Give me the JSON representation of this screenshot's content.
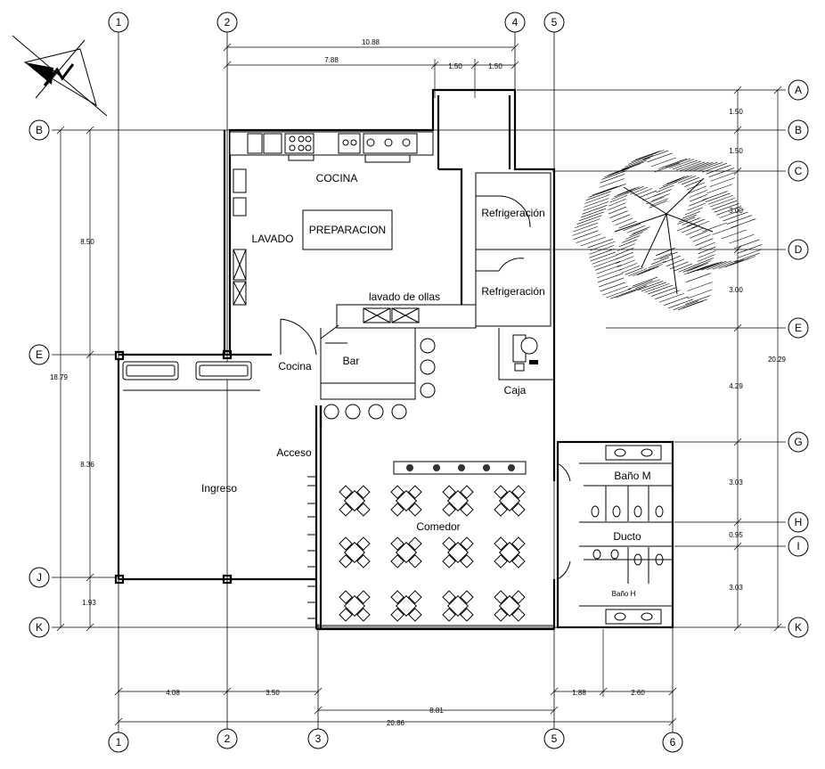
{
  "grid_columns": [
    {
      "id": "1",
      "label": "1"
    },
    {
      "id": "2",
      "label": "2"
    },
    {
      "id": "3",
      "label": "3"
    },
    {
      "id": "4",
      "label": "4"
    },
    {
      "id": "5",
      "label": "5"
    },
    {
      "id": "6",
      "label": "6"
    }
  ],
  "grid_rows": [
    {
      "id": "A",
      "label": "A"
    },
    {
      "id": "B",
      "label": "B"
    },
    {
      "id": "C",
      "label": "C"
    },
    {
      "id": "D",
      "label": "D"
    },
    {
      "id": "E",
      "label": "E"
    },
    {
      "id": "G",
      "label": "G"
    },
    {
      "id": "H",
      "label": "H"
    },
    {
      "id": "I",
      "label": "I"
    },
    {
      "id": "J",
      "label": "J"
    },
    {
      "id": "K",
      "label": "K"
    }
  ],
  "dimensions": {
    "top_total": "10.88",
    "top_a": "7.88",
    "top_b": "1.50",
    "top_c": "1.50",
    "left_total": "18.79",
    "left_a": "8.50",
    "left_b": "8.36",
    "left_c": "1.93",
    "right_total": "20.29",
    "right_ab": "1.50",
    "right_bc": "1.50",
    "right_cd": "3.00",
    "right_de": "3.00",
    "right_eg": "4.29",
    "right_gh": "3.03",
    "right_hi": "0.95",
    "right_ik": "3.03",
    "bottom_a": "4.08",
    "bottom_b": "3.50",
    "bottom_c": "1.88",
    "bottom_d": "2.60",
    "bottom_mid": "8.81",
    "bottom_total": "20.86"
  },
  "rooms": {
    "cocina": "COCINA",
    "preparacion": "PREPARACION",
    "lavado": "LAVADO",
    "refrigeracion_1": "Refrigeración",
    "refrigeracion_2": "Refrigeración",
    "lavado_ollas": "lavado de ollas",
    "cocina_door": "Cocina",
    "bar": "Bar",
    "caja": "Caja",
    "acceso": "Acceso",
    "ingreso": "Ingreso",
    "comedor": "Comedor",
    "bano_m": "Baño M",
    "ducto": "Ducto",
    "bano_h": "Baño H"
  },
  "icons": {
    "north_arrow": "north-arrow-icon",
    "tree": "tree-icon"
  }
}
